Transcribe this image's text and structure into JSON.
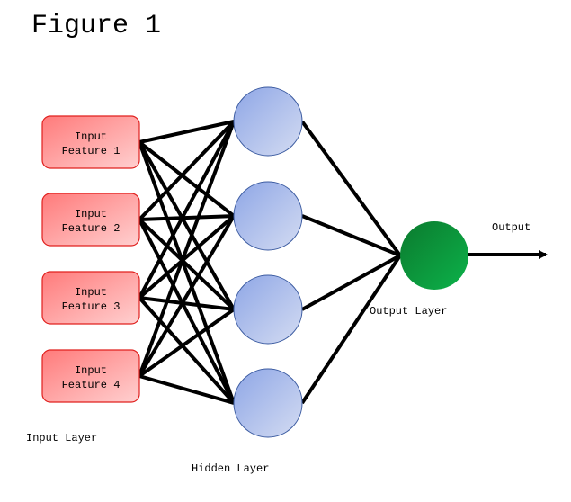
{
  "figure": {
    "title": "Figure 1"
  },
  "diagram": {
    "type": "neural-network",
    "input_layer": {
      "label": "Input Layer",
      "nodes": [
        {
          "line1": "Input",
          "line2": "Feature 1"
        },
        {
          "line1": "Input",
          "line2": "Feature 2"
        },
        {
          "line1": "Input",
          "line2": "Feature 3"
        },
        {
          "line1": "Input",
          "line2": "Feature 4"
        }
      ]
    },
    "hidden_layer": {
      "label": "Hidden Layer",
      "node_count": 4
    },
    "output_layer": {
      "label": "Output Layer",
      "node_count": 1
    },
    "output_arrow_label": "Output",
    "colors": {
      "input_fill_start": "#ff7a7a",
      "input_fill_end": "#ffd0d0",
      "input_stroke": "#e0201e",
      "hidden_fill_start": "#8ea6e6",
      "hidden_fill_end": "#d4dcf2",
      "hidden_stroke": "#3a5aa0",
      "output_fill_start": "#0b7a2e",
      "output_fill_end": "#0cb24a",
      "edge": "#000000"
    },
    "connections": "fully-connected"
  }
}
